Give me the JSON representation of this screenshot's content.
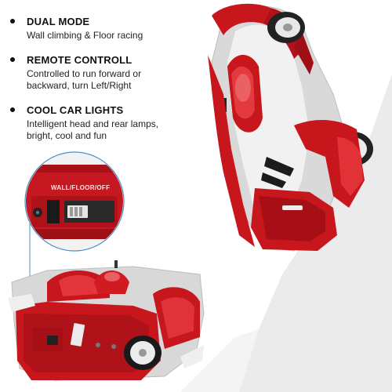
{
  "features": [
    {
      "title": "DUAL MODE",
      "text": "Wall climbing & Floor racing"
    },
    {
      "title": "REMOTE CONTROLL",
      "text": "Controlled to run forward or backward, turn Left/Right"
    },
    {
      "title": "COOL CAR LIGHTS",
      "text": "Intelligent head and rear lamps, bright, cool and fun"
    }
  ],
  "switch_label": "WALL/FLOOR/OFF",
  "colors": {
    "car_red": "#c8161d",
    "wall_grey": "#e9e9e9",
    "accent_line": "#4a8fc4"
  }
}
